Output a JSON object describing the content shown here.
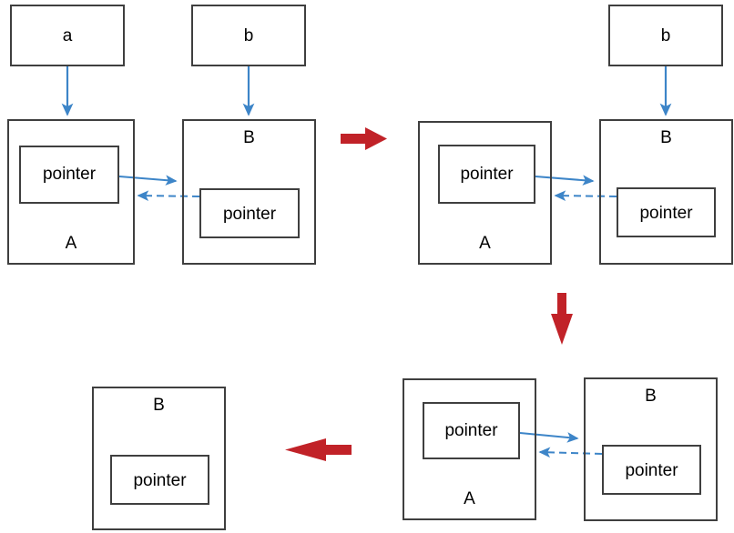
{
  "diagram": {
    "title": "Pointer ownership transfer diagram",
    "colors": {
      "box_stroke": "#3f3f3f",
      "blue_arrow": "#3d85c8",
      "red_arrow": "#c12228",
      "text": "#000000",
      "background": "#ffffff"
    },
    "labels": {
      "a": "a",
      "b": "b",
      "A": "A",
      "B": "B",
      "pointer": "pointer"
    },
    "panels": [
      {
        "id": "panel-top-left",
        "stack_boxes": [
          {
            "id": "stack-a",
            "label": "a"
          },
          {
            "id": "stack-b",
            "label": "b"
          }
        ],
        "heap_boxes": [
          {
            "id": "heap-A",
            "label": "A",
            "inner_label": "pointer"
          },
          {
            "id": "heap-B",
            "label": "B",
            "inner_label": "pointer"
          }
        ]
      },
      {
        "id": "panel-top-right",
        "stack_boxes": [
          {
            "id": "stack-b",
            "label": "b"
          }
        ],
        "heap_boxes": [
          {
            "id": "heap-A",
            "label": "A",
            "inner_label": "pointer"
          },
          {
            "id": "heap-B",
            "label": "B",
            "inner_label": "pointer"
          }
        ]
      },
      {
        "id": "panel-bottom-right",
        "stack_boxes": [],
        "heap_boxes": [
          {
            "id": "heap-A",
            "label": "A",
            "inner_label": "pointer"
          },
          {
            "id": "heap-B",
            "label": "B",
            "inner_label": "pointer"
          }
        ]
      },
      {
        "id": "panel-bottom-left",
        "stack_boxes": [],
        "heap_boxes": [
          {
            "id": "heap-B",
            "label": "B",
            "inner_label": "pointer"
          }
        ]
      }
    ],
    "transitions": [
      {
        "id": "transition-right",
        "direction": "right"
      },
      {
        "id": "transition-down",
        "direction": "down"
      },
      {
        "id": "transition-left",
        "direction": "left"
      }
    ]
  }
}
